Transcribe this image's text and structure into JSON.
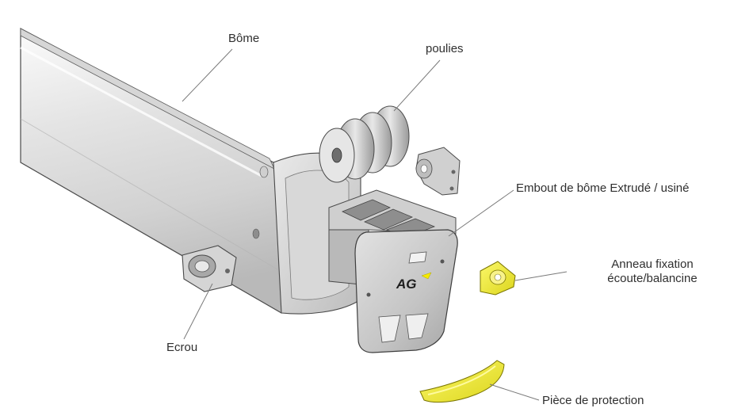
{
  "labels": {
    "bome": "Bôme",
    "poulies": "poulies",
    "embout": "Embout de bôme Extrudé / usiné",
    "anneau_line1": "Anneau fixation",
    "anneau_line2": "écoute/balancine",
    "ecrou": "Ecrou",
    "protection": "Pièce de protection"
  },
  "logo": "AG",
  "colors": {
    "metal_light": "#eeeeee",
    "metal_mid": "#c8c8c8",
    "metal_dark": "#8a8a8a",
    "outline": "#4a4a4a",
    "yellow_part": "#f4f03a",
    "leader_line": "#7a7a7a",
    "logo_accent": "#f4e900"
  }
}
